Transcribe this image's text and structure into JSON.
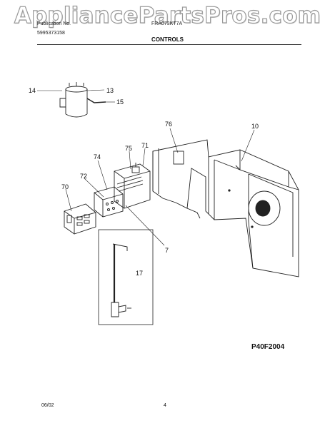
{
  "watermark": "AppliancePartsPros.com",
  "header": {
    "publication_label": "Publication No.",
    "publication_no": "5995373158",
    "model": "FRA073KT7A",
    "section_title": "CONTROLS"
  },
  "callouts": [
    {
      "id": "14",
      "label": "14"
    },
    {
      "id": "13",
      "label": "13"
    },
    {
      "id": "15",
      "label": "15"
    },
    {
      "id": "76",
      "label": "76"
    },
    {
      "id": "10",
      "label": "10"
    },
    {
      "id": "74",
      "label": "74"
    },
    {
      "id": "75",
      "label": "75"
    },
    {
      "id": "71",
      "label": "71"
    },
    {
      "id": "72",
      "label": "72"
    },
    {
      "id": "70",
      "label": "70"
    },
    {
      "id": "7",
      "label": "7"
    },
    {
      "id": "17",
      "label": "17"
    }
  ],
  "diagram_code": "P40F2004",
  "footer": {
    "date": "06/02",
    "page": "4"
  }
}
